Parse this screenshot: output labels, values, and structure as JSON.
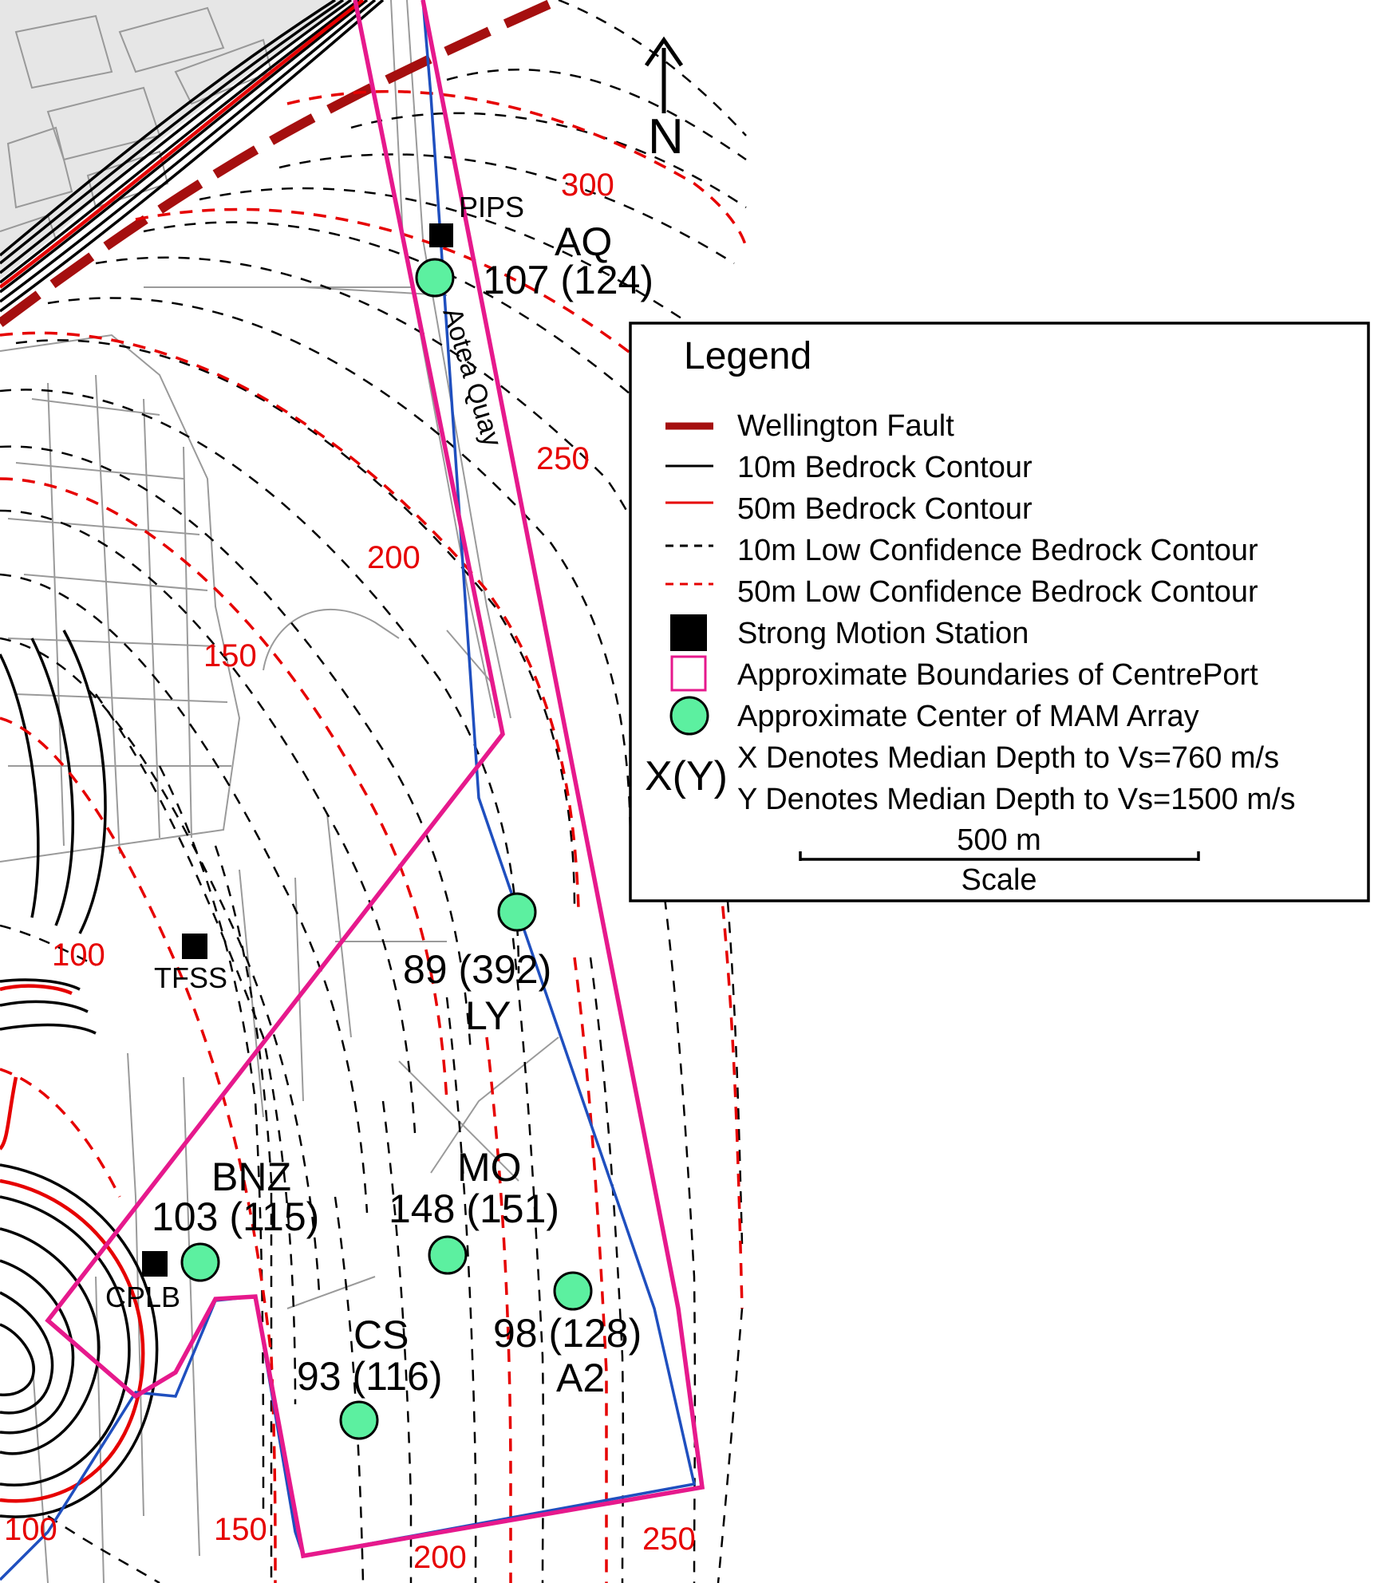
{
  "north": {
    "label": "N"
  },
  "stations": [
    {
      "label": "PIPS"
    },
    {
      "label": "TFSS"
    },
    {
      "label": "CPLB"
    }
  ],
  "sites": [
    {
      "code": "AQ",
      "depth": "107 (124)"
    },
    {
      "code": "LY",
      "depth": "89 (392)"
    },
    {
      "code": "BNZ",
      "depth": "103 (115)"
    },
    {
      "code": "MO",
      "depth": "148 (151)"
    },
    {
      "code": "A2",
      "depth": "98 (128)"
    },
    {
      "code": "CS",
      "depth": "93 (116)"
    }
  ],
  "road_label": "Aotea Quay",
  "contour_labels": [
    "300",
    "250",
    "200",
    "150",
    "100",
    "100",
    "150",
    "200",
    "250"
  ],
  "legend": {
    "title": "Legend",
    "items": [
      {
        "label": "Wellington Fault",
        "symbol": "thick-dashed-line",
        "color": "#a50f0f"
      },
      {
        "label": "10m Bedrock Contour",
        "symbol": "solid-line",
        "color": "#000000"
      },
      {
        "label": "50m Bedrock Contour",
        "symbol": "solid-line",
        "color": "#e60000"
      },
      {
        "label": "10m Low Confidence Bedrock Contour",
        "symbol": "dashed-line",
        "color": "#000000"
      },
      {
        "label": "50m Low Confidence Bedrock Contour",
        "symbol": "dashed-line",
        "color": "#e60000"
      },
      {
        "label": "Strong Motion Station",
        "symbol": "black-square",
        "color": "#000000"
      },
      {
        "label": "Approximate Boundaries of CentrePort",
        "symbol": "magenta-outline-box",
        "color": "#e6198c"
      },
      {
        "label": "Approximate Center of MAM Array",
        "symbol": "green-circle",
        "color": "#5cf0a0"
      }
    ],
    "xy_symbol": "X(Y)",
    "xy_line1": "X Denotes Median Depth to Vs=760 m/s",
    "xy_line2": "Y Denotes Median Depth to Vs=1500 m/s",
    "scale_value": "500 m",
    "scale_title": "Scale"
  }
}
